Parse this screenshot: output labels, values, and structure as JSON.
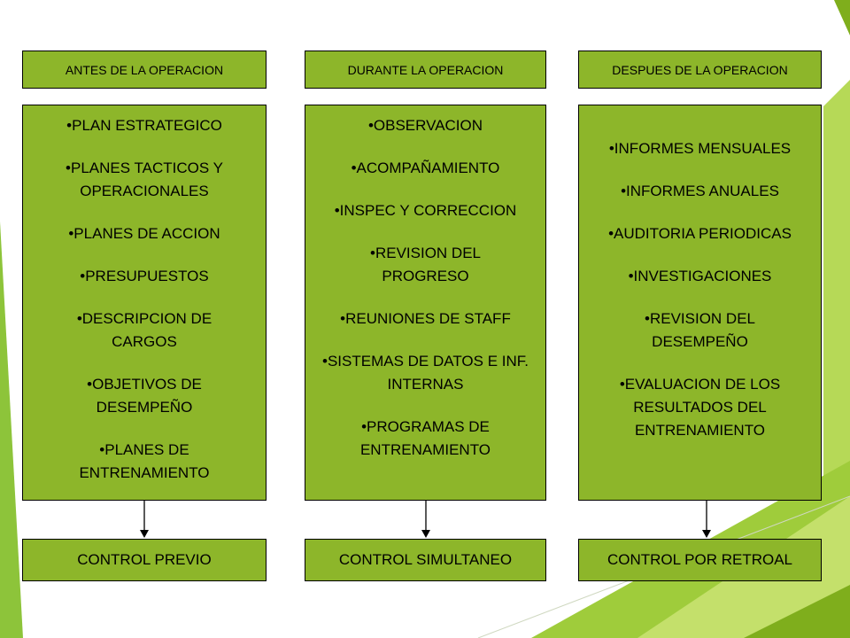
{
  "columns": [
    {
      "header": "ANTES DE LA OPERACION",
      "items": [
        "•PLAN ESTRATEGICO",
        "•PLANES TACTICOS Y OPERACIONALES",
        "•PLANES DE ACCION",
        "•PRESUPUESTOS",
        "•DESCRIPCION DE CARGOS",
        "•OBJETIVOS DE DESEMPEÑO",
        "•PLANES DE ENTRENAMIENTO"
      ],
      "control": "CONTROL PREVIO"
    },
    {
      "header": "DURANTE LA OPERACION",
      "items": [
        "•OBSERVACION",
        "•ACOMPAÑAMIENTO",
        "•INSPEC Y CORRECCION",
        "•REVISION DEL PROGRESO",
        "•REUNIONES DE STAFF",
        "•SISTEMAS DE DATOS E INF. INTERNAS",
        "•PROGRAMAS DE ENTRENAMIENTO"
      ],
      "control": "CONTROL SIMULTANEO"
    },
    {
      "header": "DESPUES DE LA OPERACION",
      "items": [
        "•INFORMES MENSUALES",
        "•INFORMES ANUALES",
        "•AUDITORIA PERIODICAS",
        "•INVESTIGACIONES",
        "•REVISION DEL DESEMPEÑO",
        "•EVALUACION DE LOS RESULTADOS DEL ENTRENAMIENTO"
      ],
      "control": "CONTROL POR RETROAL"
    }
  ],
  "colors": {
    "box_fill": "#8db62a",
    "border": "#000000",
    "accent_light": "#c4e06b",
    "accent_dark": "#7fae1c"
  }
}
